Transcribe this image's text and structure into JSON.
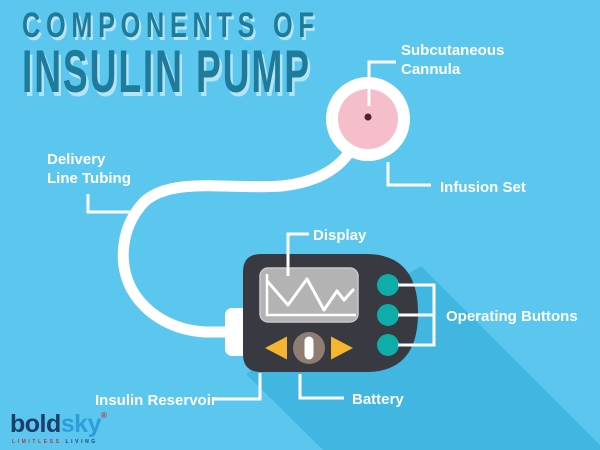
{
  "colors": {
    "background": "#5bc7ef",
    "shadow": "#40b6e0",
    "title_text": "#1e7b9c",
    "title_highlight": "#b5e5f4",
    "label_text": "#ffffff",
    "infusion_pink": "#f6bdca",
    "cannula_dot": "#4f2430",
    "pump_body": "#393941",
    "display_screen": "#b3b3b3",
    "display_border": "#c9c9c9",
    "operating_button_teal": "#0fada9",
    "arrow_button_yellow": "#f6b52e",
    "battery_button_brown": "#8f7c72",
    "logo_bold": "#1d3d6b",
    "logo_sky": "#2d9ed9",
    "logo_accent_red": "#bb3341"
  },
  "title": {
    "line1": "COMPONENTS OF",
    "line2": "INSULIN PUMP"
  },
  "labels": {
    "subcutaneous_cannula_line1": "Subcutaneous",
    "subcutaneous_cannula_line2": "Cannula",
    "infusion_set": "Infusion Set",
    "delivery_line_tubing_line1": "Delivery",
    "delivery_line_tubing_line2": "Line Tubing",
    "display": "Display",
    "operating_buttons": "Operating Buttons",
    "insulin_reservoir": "Insulin Reservoir",
    "battery": "Battery"
  },
  "logo": {
    "part1": "bold",
    "part2": "sky",
    "registered_mark": "®",
    "tagline_word1": "LIMITLESS",
    "tagline_word2": "LIVING"
  }
}
